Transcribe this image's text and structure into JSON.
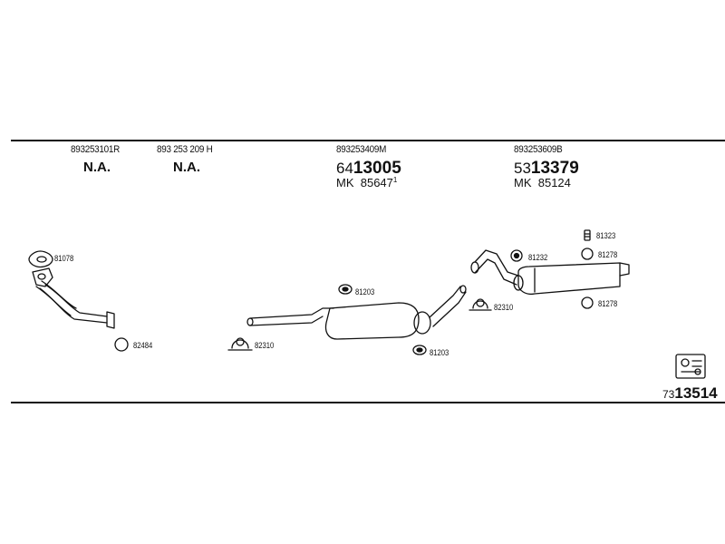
{
  "oem_numbers": [
    {
      "oem": "893253101R",
      "part": "N.A."
    },
    {
      "oem": "893 253 209 H",
      "part": "N.A."
    },
    {
      "oem": "893253409M",
      "part_prefix": "64",
      "part_main": "13005",
      "mk_prefix": "MK",
      "mk_number": "85647",
      "mk_sup": "1"
    },
    {
      "oem": "893253609B",
      "part_prefix": "53",
      "part_main": "13379",
      "mk_prefix": "MK",
      "mk_number": "85124"
    }
  ],
  "part_labels": {
    "p81078": "81078",
    "p82484": "82484",
    "p82310a": "82310",
    "p81203a": "81203",
    "p81203b": "81203",
    "p82310b": "82310",
    "p81232": "81232",
    "p81323": "81323",
    "p81278a": "81278",
    "p81278b": "81278"
  },
  "kit_code": {
    "prefix": "73",
    "main": "13514"
  },
  "colors": {
    "ink": "#111111",
    "background": "#ffffff"
  }
}
